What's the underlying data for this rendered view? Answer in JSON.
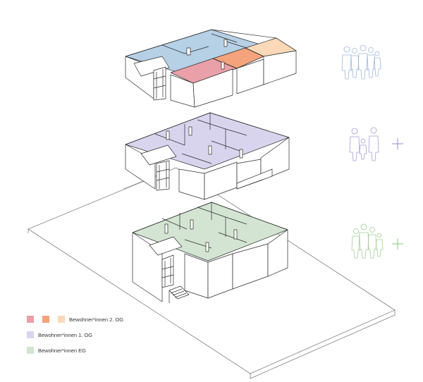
{
  "colors": {
    "og2_red": "#e9a0a8",
    "og2_orange": "#f5a37c",
    "og2_peach": "#fbd9b8",
    "og2_blue": "#b6d0e6",
    "og1_lilac": "#d9d4ee",
    "eg_green": "#d3e5d2",
    "line": "#2b2b2b",
    "wall": "#ffffff",
    "figure_blue": "#9fb6da",
    "figure_lilac": "#a99ad8",
    "figure_green": "#9fcf95"
  },
  "icons": {
    "og2_residents": "people-group-icon",
    "og1_residents": "family-icon",
    "eg_residents": "people-group-icon",
    "plus": "plus-icon"
  },
  "legend": {
    "og2": {
      "label": "Bewohner*innen 2. OG"
    },
    "og1": {
      "label": "Bewohner*innen 1. OG"
    },
    "eg": {
      "label": "Bewohner*innen EG"
    }
  }
}
